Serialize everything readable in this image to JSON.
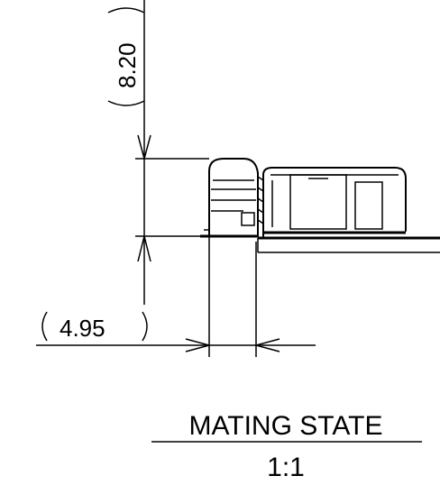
{
  "dimensions": {
    "height": "8.20",
    "width": "4.95"
  },
  "view": {
    "title": "MATING STATE",
    "scale": "1:1"
  }
}
